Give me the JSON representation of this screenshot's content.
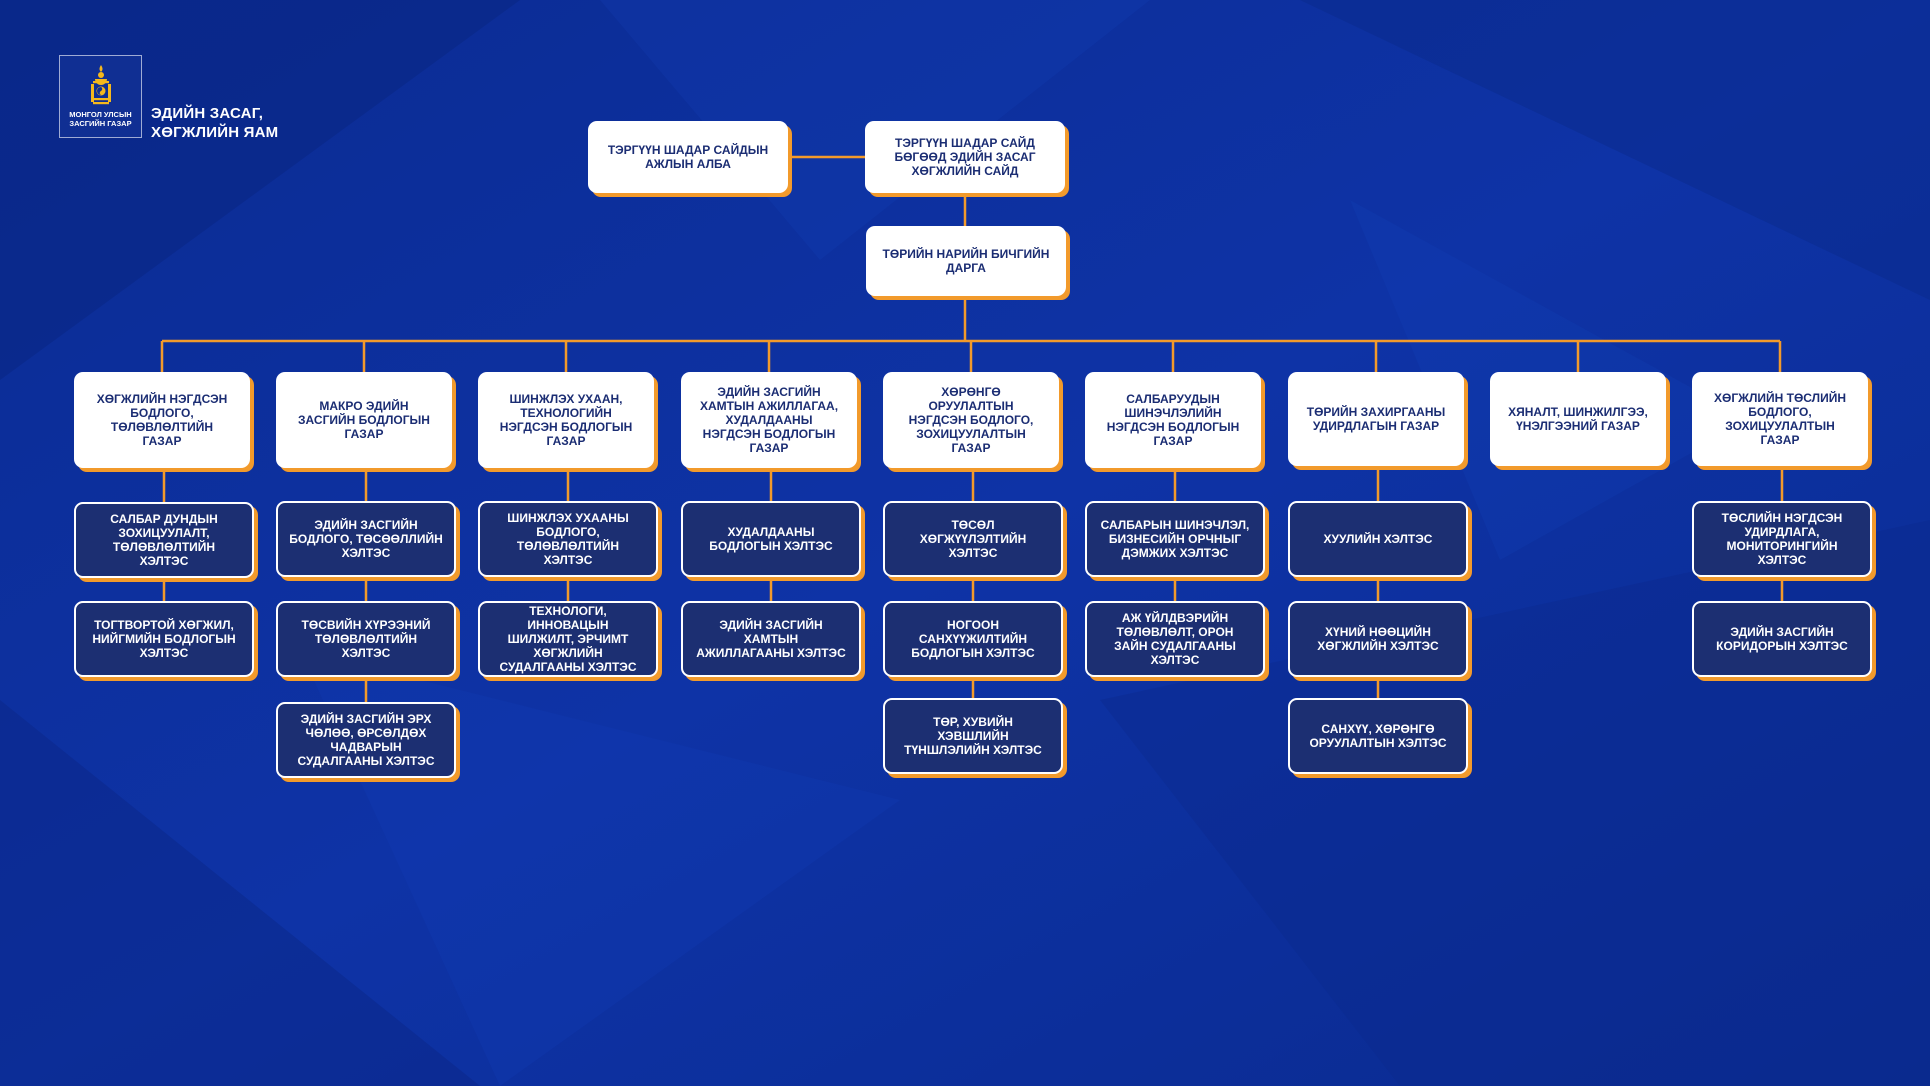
{
  "header": {
    "logo_caption": "МОНГОЛ УЛСЫН\nЗАСГИЙН ГАЗАР",
    "ministry_name": "ЭДИЙН ЗАСАГ,\nХӨГЖЛИЙН ЯАМ"
  },
  "colors": {
    "background": "#0d2f9c",
    "box_white": "#ffffff",
    "box_navy": "#1c2f72",
    "connector": "#f29a2b",
    "logo_gold": "#f5b81c"
  },
  "top": {
    "office": "ТЭРГҮҮН ШАДАР САЙДЫН\nАЖЛЫН АЛБА",
    "minister": "ТЭРГҮҮН ШАДАР САЙД\nБӨГӨӨД ЭДИЙН ЗАСАГ\nХӨГЖЛИЙН САЙД",
    "secretary": "ТӨРИЙН НАРИЙН БИЧГИЙН\nДАРГА"
  },
  "departments": [
    {
      "name": "ХӨГЖЛИЙН НЭГДСЭН\nБОДЛОГО,\nТӨЛӨВЛӨЛТИЙН\nГАЗАР",
      "units": [
        "САЛБАР ДУНДЫН\nЗОХИЦУУЛАЛТ,\nТӨЛӨВЛӨЛТИЙН\nХЭЛТЭС",
        "ТОГТВОРТОЙ ХӨГЖИЛ,\nНИЙГМИЙН БОДЛОГЫН\nХЭЛТЭС"
      ]
    },
    {
      "name": "МАКРО ЭДИЙН\nЗАСГИЙН БОДЛОГЫН\nГАЗАР",
      "units": [
        "ЭДИЙН ЗАСГИЙН\nБОДЛОГО, ТӨСӨӨЛЛИЙН\nХЭЛТЭС",
        "ТӨСВИЙН ХҮРЭЭНИЙ\nТӨЛӨВЛӨЛТИЙН\nХЭЛТЭС",
        "ЭДИЙН ЗАСГИЙН ЭРХ\nЧӨЛӨӨ, ӨРСӨЛДӨХ\nЧАДВАРЫН\nСУДАЛГААНЫ ХЭЛТЭС"
      ]
    },
    {
      "name": "ШИНЖЛЭХ УХААН,\nТЕХНОЛОГИЙН\nНЭГДСЭН БОДЛОГЫН\nГАЗАР",
      "units": [
        "ШИНЖЛЭХ УХААНЫ\nБОДЛОГО,\nТӨЛӨВЛӨЛТИЙН\nХЭЛТЭС",
        "ТЕХНОЛОГИ,\nИННОВАЦЫН\nШИЛЖИЛТ, ЭРЧИМТ\nХӨГЖЛИЙН\nСУДАЛГААНЫ ХЭЛТЭС"
      ]
    },
    {
      "name": "ЭДИЙН ЗАСГИЙН\nХАМТЫН АЖИЛЛАГАА,\nХУДАЛДААНЫ\nНЭГДСЭН БОДЛОГЫН\nГАЗАР",
      "units": [
        "ХУДАЛДААНЫ\nБОДЛОГЫН ХЭЛТЭС",
        "ЭДИЙН ЗАСГИЙН\nХАМТЫН\nАЖИЛЛАГААНЫ ХЭЛТЭС"
      ]
    },
    {
      "name": "ХӨРӨНГӨ\nОРУУЛАЛТЫН\nНЭГДСЭН БОДЛОГО,\nЗОХИЦУУЛАЛТЫН\nГАЗАР",
      "units": [
        "ТӨСӨЛ\nХӨГЖҮҮЛЭЛТИЙН\nХЭЛТЭС",
        "НОГООН\nСАНХҮҮЖИЛТИЙН\nБОДЛОГЫН ХЭЛТЭС",
        "ТӨР, ХУВИЙН\nХЭВШЛИЙН\nТҮНШЛЭЛИЙН ХЭЛТЭС"
      ]
    },
    {
      "name": "САЛБАРУУДЫН\nШИНЭЧЛЭЛИЙН\nНЭГДСЭН БОДЛОГЫН\nГАЗАР",
      "units": [
        "САЛБАРЫН ШИНЭЧЛЭЛ,\nБИЗНЕСИЙН ОРЧНЫГ\nДЭМЖИХ ХЭЛТЭС",
        "АЖ ҮЙЛДВЭРИЙН\nТӨЛӨВЛӨЛТ, ОРОН\nЗАЙН СУДАЛГААНЫ\nХЭЛТЭС"
      ]
    },
    {
      "name": "ТӨРИЙН ЗАХИРГААНЫ\nУДИРДЛАГЫН ГАЗАР",
      "units": [
        "ХУУЛИЙН ХЭЛТЭС",
        "ХҮНИЙ НӨӨЦИЙН\nХӨГЖЛИЙН ХЭЛТЭС",
        "САНХҮҮ, ХӨРӨНГӨ\nОРУУЛАЛТЫН ХЭЛТЭС"
      ]
    },
    {
      "name": "ХЯНАЛТ, ШИНЖИЛГЭЭ,\nҮНЭЛГЭЭНИЙ ГАЗАР",
      "units": []
    },
    {
      "name": "ХӨГЖЛИЙН ТӨСЛИЙН\nБОДЛОГО,\nЗОХИЦУУЛАЛТЫН\nГАЗАР",
      "units": [
        "ТӨСЛИЙН НЭГДСЭН\nУДИРДЛАГА,\nМОНИТОРИНГИЙН\nХЭЛТЭС",
        "ЭДИЙН ЗАСГИЙН\nКОРИДОРЫН ХЭЛТЭС"
      ]
    }
  ]
}
